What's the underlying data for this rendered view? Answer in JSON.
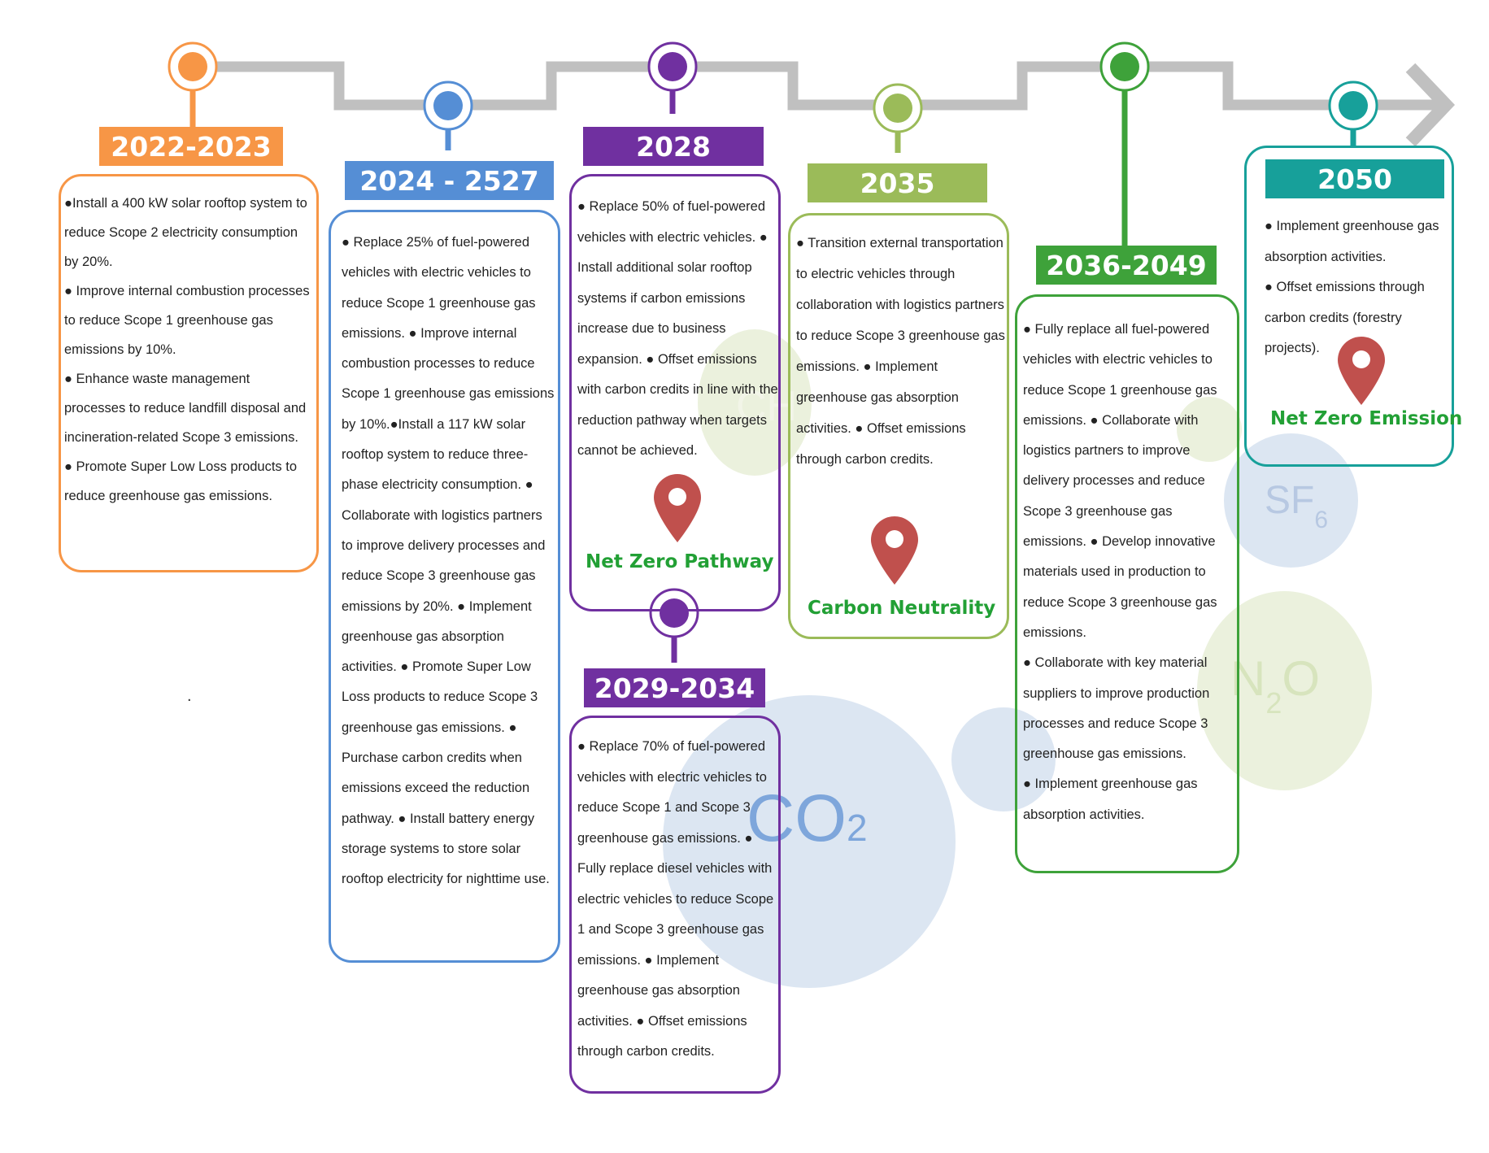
{
  "colors": {
    "orange": "#f79646",
    "blue": "#558ed5",
    "purple": "#7030a0",
    "lightgreen": "#9bbb59",
    "green": "#3ea23a",
    "teal": "#17a09a",
    "arrow": "#c0c0c0",
    "pin": "#c0504d",
    "milestone_text": "#22a035"
  },
  "gas_labels": {
    "co2": "CO",
    "co2_sub": "2",
    "ch4": "CH",
    "sf6": "SF",
    "sf6_sub": "6",
    "n2o_n": "N",
    "n2o_sub": "2",
    "n2o_o": "O"
  },
  "milestones": {
    "pathway": "Net Zero Pathway",
    "neutrality": "Carbon Neutrality",
    "emission": "Net Zero Emission"
  },
  "stray_dot": ".",
  "phases": [
    {
      "period": "2022-2023",
      "color": "orange",
      "items": [
        "●Install a 400 kW solar rooftop system to reduce Scope 2 electricity consumption by 20%.",
        "● Improve internal combustion processes to reduce Scope 1 greenhouse gas emissions by 10%.",
        "● Enhance waste management processes to reduce landfill disposal and incineration-related Scope 3 emissions.",
        "● Promote Super Low Loss products to reduce greenhouse gas emissions."
      ]
    },
    {
      "period": "2024 - 2527",
      "color": "blue",
      "items": [
        "● Replace 25% of fuel-powered vehicles with electric vehicles to reduce Scope 1 greenhouse gas emissions. ● Improve internal combustion processes to reduce Scope 1 greenhouse gas emissions by 10%.●Install a 117 kW solar rooftop system to reduce three-phase electricity consumption. ● Collaborate with logistics partners to improve delivery processes and reduce Scope 3 greenhouse gas emissions by 20%. ● Implement greenhouse gas absorption activities. ● Promote Super Low Loss products to reduce Scope 3 greenhouse gas emissions. ● Purchase carbon credits when emissions exceed the reduction pathway. ● Install battery energy storage systems to store solar rooftop electricity for nighttime use."
      ]
    },
    {
      "period": "2028",
      "color": "purple",
      "items": [
        "● Replace 50% of fuel-powered vehicles with electric vehicles. ● Install additional solar rooftop systems if carbon emissions increase due to business expansion. ● Offset emissions with carbon credits in line with the reduction pathway when targets cannot be achieved."
      ]
    },
    {
      "period": "2029-2034",
      "color": "purple",
      "items": [
        "● Replace 70% of fuel-powered vehicles with electric vehicles to reduce Scope 1 and Scope 3 greenhouse gas emissions. ● Fully replace diesel vehicles with electric vehicles to reduce Scope 1 and Scope 3 greenhouse gas emissions. ● Implement greenhouse gas absorption activities. ● Offset emissions through carbon credits."
      ]
    },
    {
      "period": "2035",
      "color": "lightgreen",
      "items": [
        "● Transition external transportation to electric vehicles through collaboration with logistics partners to reduce Scope 3 greenhouse gas emissions. ● Implement greenhouse gas absorption activities. ● Offset emissions through carbon credits."
      ]
    },
    {
      "period": "2036-2049",
      "color": "green",
      "items": [
        "● Fully replace all fuel-powered vehicles with electric vehicles to reduce Scope 1 greenhouse gas emissions. ● Collaborate with logistics partners to improve delivery processes and reduce Scope 3 greenhouse gas emissions. ● Develop innovative materials used in production to reduce Scope 3 greenhouse gas emissions.",
        "● Collaborate with key material suppliers to improve production processes and reduce Scope 3 greenhouse gas emissions.",
        "● Implement greenhouse gas absorption activities."
      ]
    },
    {
      "period": "2050",
      "color": "teal",
      "items": [
        "● Implement greenhouse gas absorption activities.",
        "● Offset emissions through carbon credits (forestry projects)."
      ]
    }
  ]
}
